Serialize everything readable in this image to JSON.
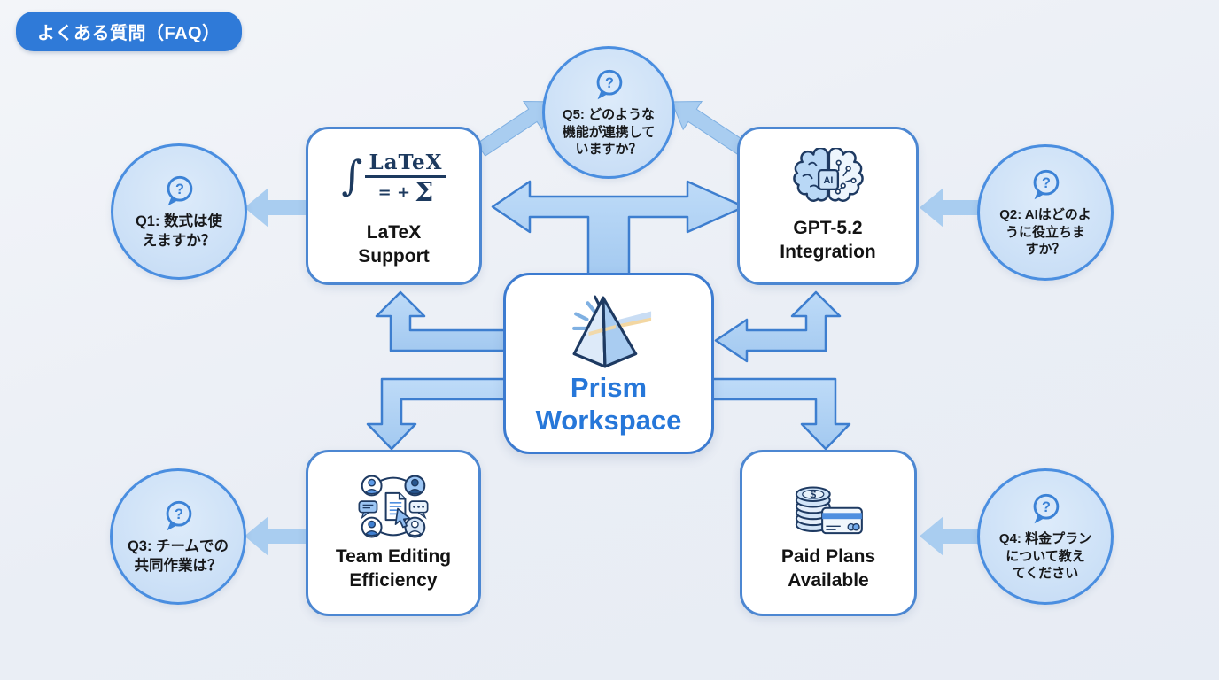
{
  "badge": {
    "label": "よくある質問（FAQ）"
  },
  "center_node": {
    "lines": [
      "Prism",
      "Workspace"
    ],
    "icon": "prism-icon"
  },
  "feature_nodes": {
    "latex": {
      "lines": [
        "LaTeX",
        "Support"
      ],
      "icon": "latex-formula-icon",
      "icon_text": {
        "integral": "∫",
        "word": "LaTeX",
        "equals_plus": "= +",
        "sigma": "Σ"
      }
    },
    "gpt": {
      "lines": [
        "GPT-5.2",
        "Integration"
      ],
      "icon": "ai-brain-icon",
      "chip_label": "AI"
    },
    "team": {
      "lines": [
        "Team Editing",
        "Efficiency"
      ],
      "icon": "team-collaboration-icon"
    },
    "paid": {
      "lines": [
        "Paid Plans",
        "Available"
      ],
      "icon": "coins-credit-card-icon",
      "coin_symbol": "$"
    }
  },
  "question_nodes": {
    "q1": {
      "lines": [
        "Q1: 数式は使",
        "えますか？"
      ]
    },
    "q2": {
      "lines": [
        "Q2: AIはどのよ",
        "うに役立ちま",
        "すか？"
      ]
    },
    "q3": {
      "lines": [
        "Q3: チームでの",
        "共同作業は？"
      ]
    },
    "q4": {
      "lines": [
        "Q4: 料金プラン",
        "について教え",
        "てください"
      ]
    },
    "q5": {
      "lines": [
        "Q5: どのような",
        "機能が連携して",
        "いますか？"
      ]
    }
  },
  "icons": {
    "question_mark": "?"
  },
  "colors": {
    "badge_blue": "#2f7ad8",
    "node_border_blue": "#4a8ee0",
    "arrow_fill": "#abcef1",
    "arrow_stroke": "#3d7ecf",
    "title_blue": "#2677d9",
    "icon_navy": "#1d3a5f",
    "background": "#eaeef5"
  }
}
